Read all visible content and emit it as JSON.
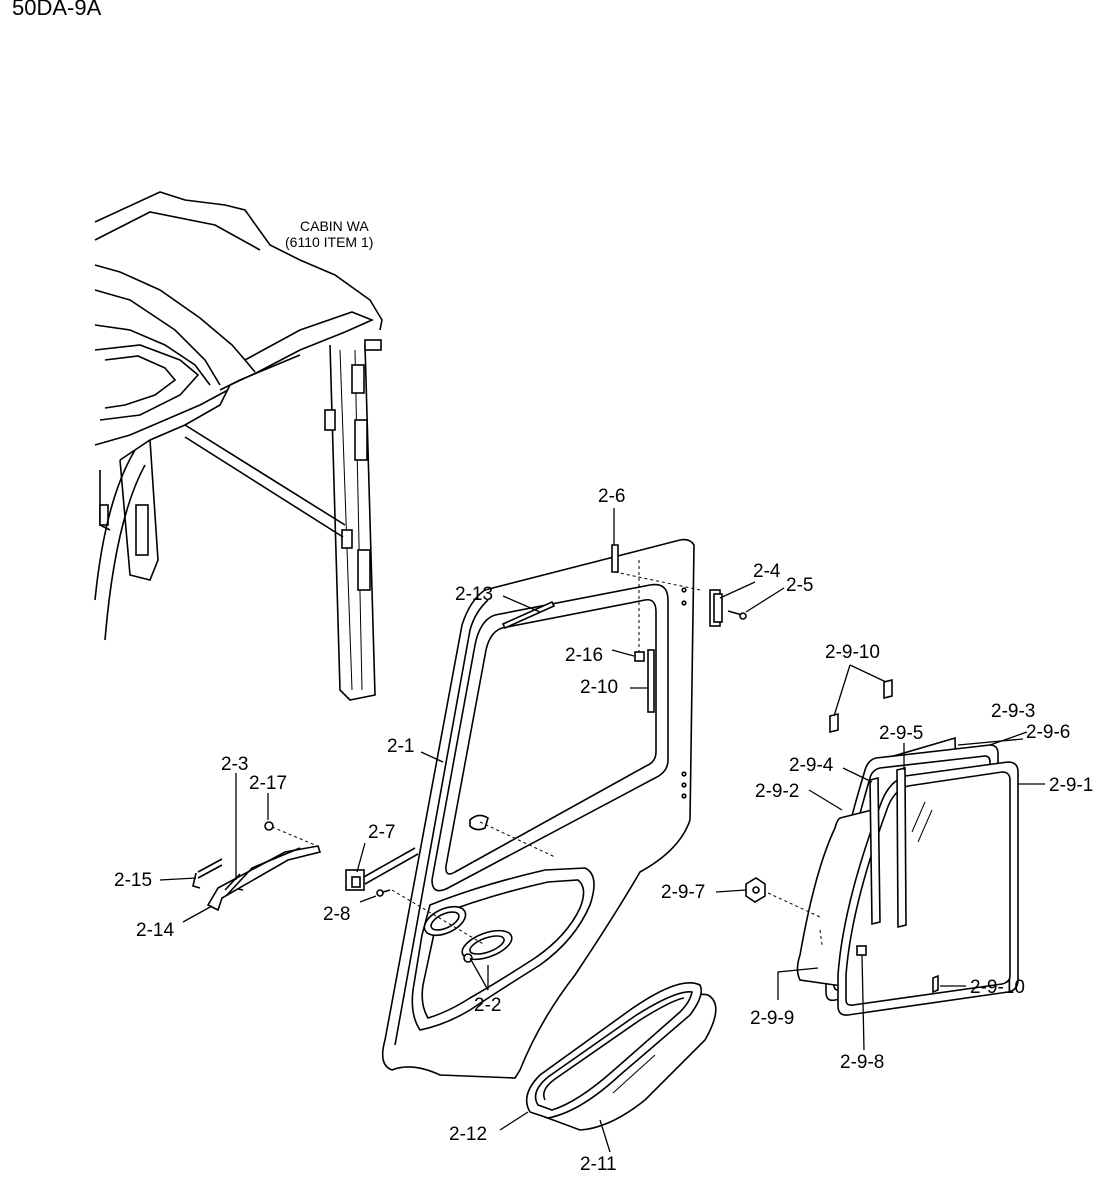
{
  "model_code": "50DA-9A",
  "reference": {
    "line1": "CABIN WA",
    "line2": "(6110 ITEM 1)"
  },
  "labels": {
    "p2_1": "2-1",
    "p2_2": "2-2",
    "p2_3": "2-3",
    "p2_4": "2-4",
    "p2_5": "2-5",
    "p2_6": "2-6",
    "p2_7": "2-7",
    "p2_8": "2-8",
    "p2_10": "2-10",
    "p2_11": "2-11",
    "p2_12": "2-12",
    "p2_13": "2-13",
    "p2_14": "2-14",
    "p2_15": "2-15",
    "p2_16": "2-16",
    "p2_17": "2-17",
    "p2_9_1": "2-9-1",
    "p2_9_2": "2-9-2",
    "p2_9_3": "2-9-3",
    "p2_9_4": "2-9-4",
    "p2_9_5": "2-9-5",
    "p2_9_6": "2-9-6",
    "p2_9_7": "2-9-7",
    "p2_9_8": "2-9-8",
    "p2_9_9": "2-9-9",
    "p2_9_10_top": "2-9-10",
    "p2_9_10_bottom": "2-9-10"
  }
}
